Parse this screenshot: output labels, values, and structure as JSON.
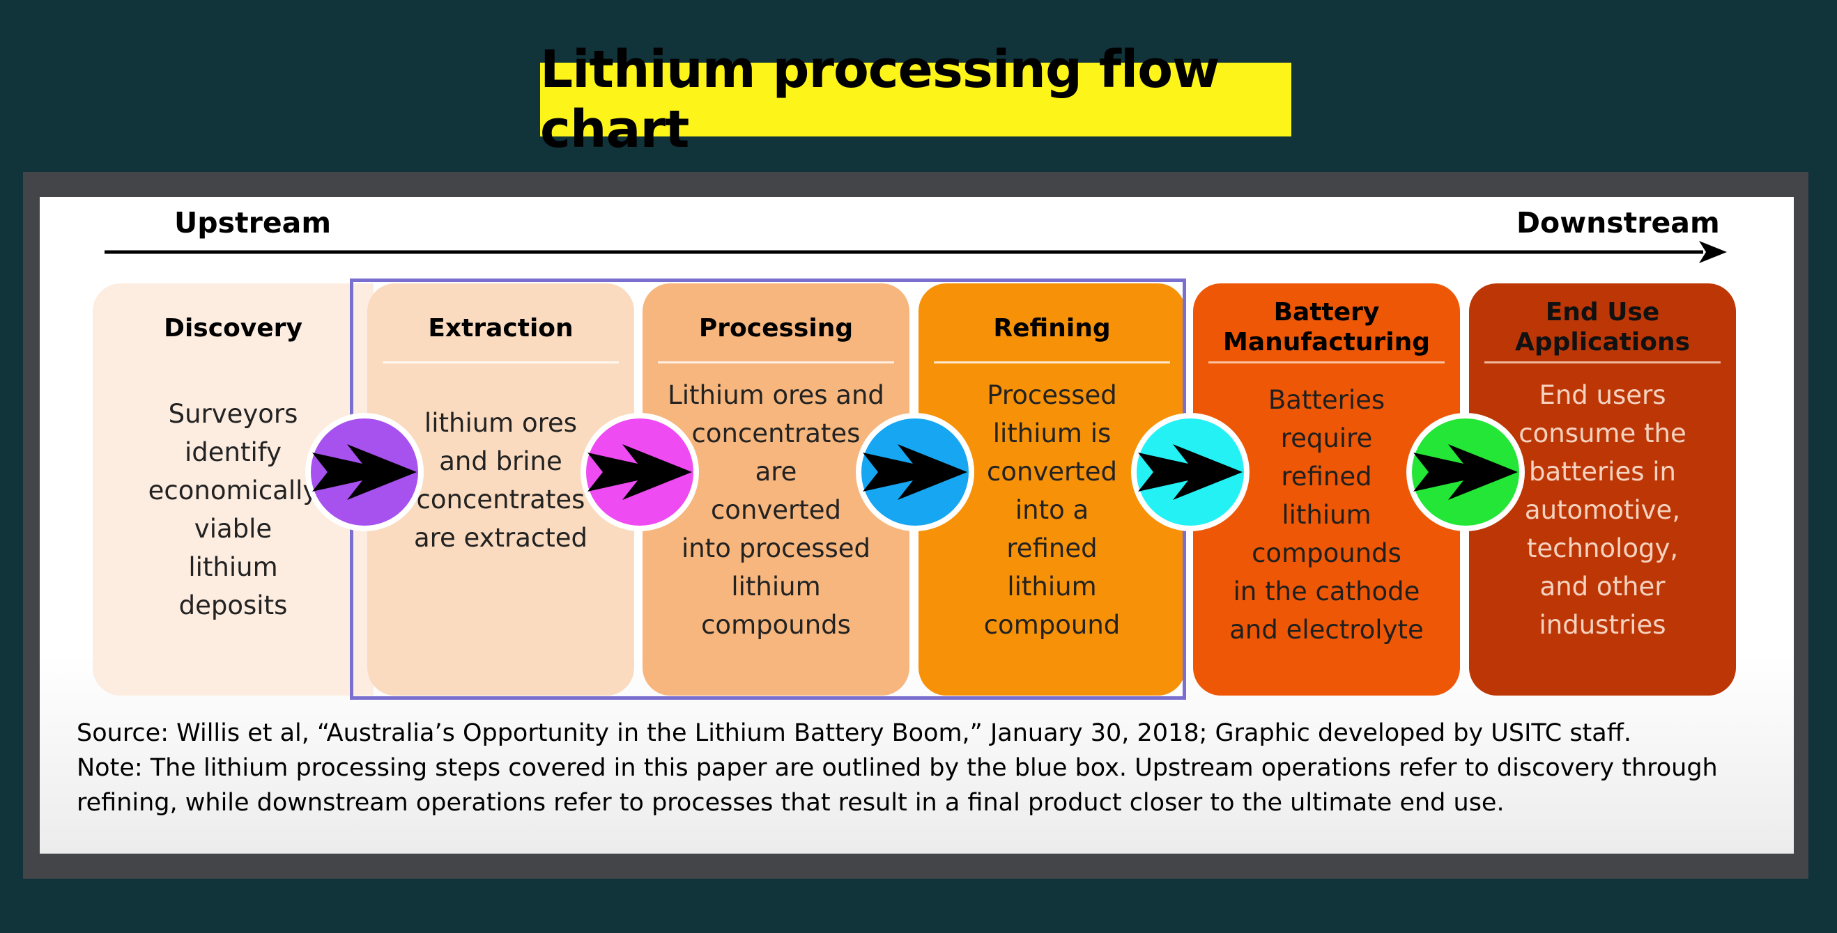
{
  "title": "Lithium processing flow chart",
  "direction": {
    "start": "Upstream",
    "end": "Downstream"
  },
  "stages": [
    {
      "title": "Discovery",
      "description": "Surveyors\nidentify\neconomically\nviable\nlithium\ndeposits",
      "bg": "#fdede1",
      "text_color": "#222222"
    },
    {
      "title": "Extraction",
      "description": "lithium ores\nand brine\nconcentrates\nare extracted",
      "bg": "#fadbbf",
      "text_color": "#222222"
    },
    {
      "title": "Processing",
      "description": "Lithium ores and\nconcentrates\nare\nconverted\ninto processed\nlithium\ncompounds",
      "bg": "#f6b67d",
      "text_color": "#222222"
    },
    {
      "title": "Refining",
      "description": "Processed\nlithium is\nconverted\ninto a\nrefined\nlithium\ncompound",
      "bg": "#f79108",
      "text_color": "#222222"
    },
    {
      "title": "Battery\nManufacturing",
      "description": "Batteries\nrequire\nrefined\nlithium\ncompounds\nin the cathode\nand electrolyte",
      "bg": "#ee5705",
      "text_color": "#1f1f1f"
    },
    {
      "title": "End Use\nApplications",
      "description": "End users\nconsume the\nbatteries in\nautomotive,\ntechnology,\nand other\nindustries",
      "bg": "#bd3706",
      "text_color": "#f5d3c0"
    }
  ],
  "connectors": [
    {
      "color": "#a751ef"
    },
    {
      "color": "#ee4bf2"
    },
    {
      "color": "#16a6f2"
    },
    {
      "color": "#23f1f4"
    },
    {
      "color": "#24e637"
    }
  ],
  "source_note": "Source: Willis et al, “Australia’s Opportunity in the Lithium Battery Boom,” January 30, 2018; Graphic developed by USITC staff.",
  "scope_note": "Note: The lithium processing steps covered in this paper are outlined by the blue box. Upstream operations refer to discovery through refining, while downstream operations refer to processes that result in a final product closer to the ultimate end use."
}
